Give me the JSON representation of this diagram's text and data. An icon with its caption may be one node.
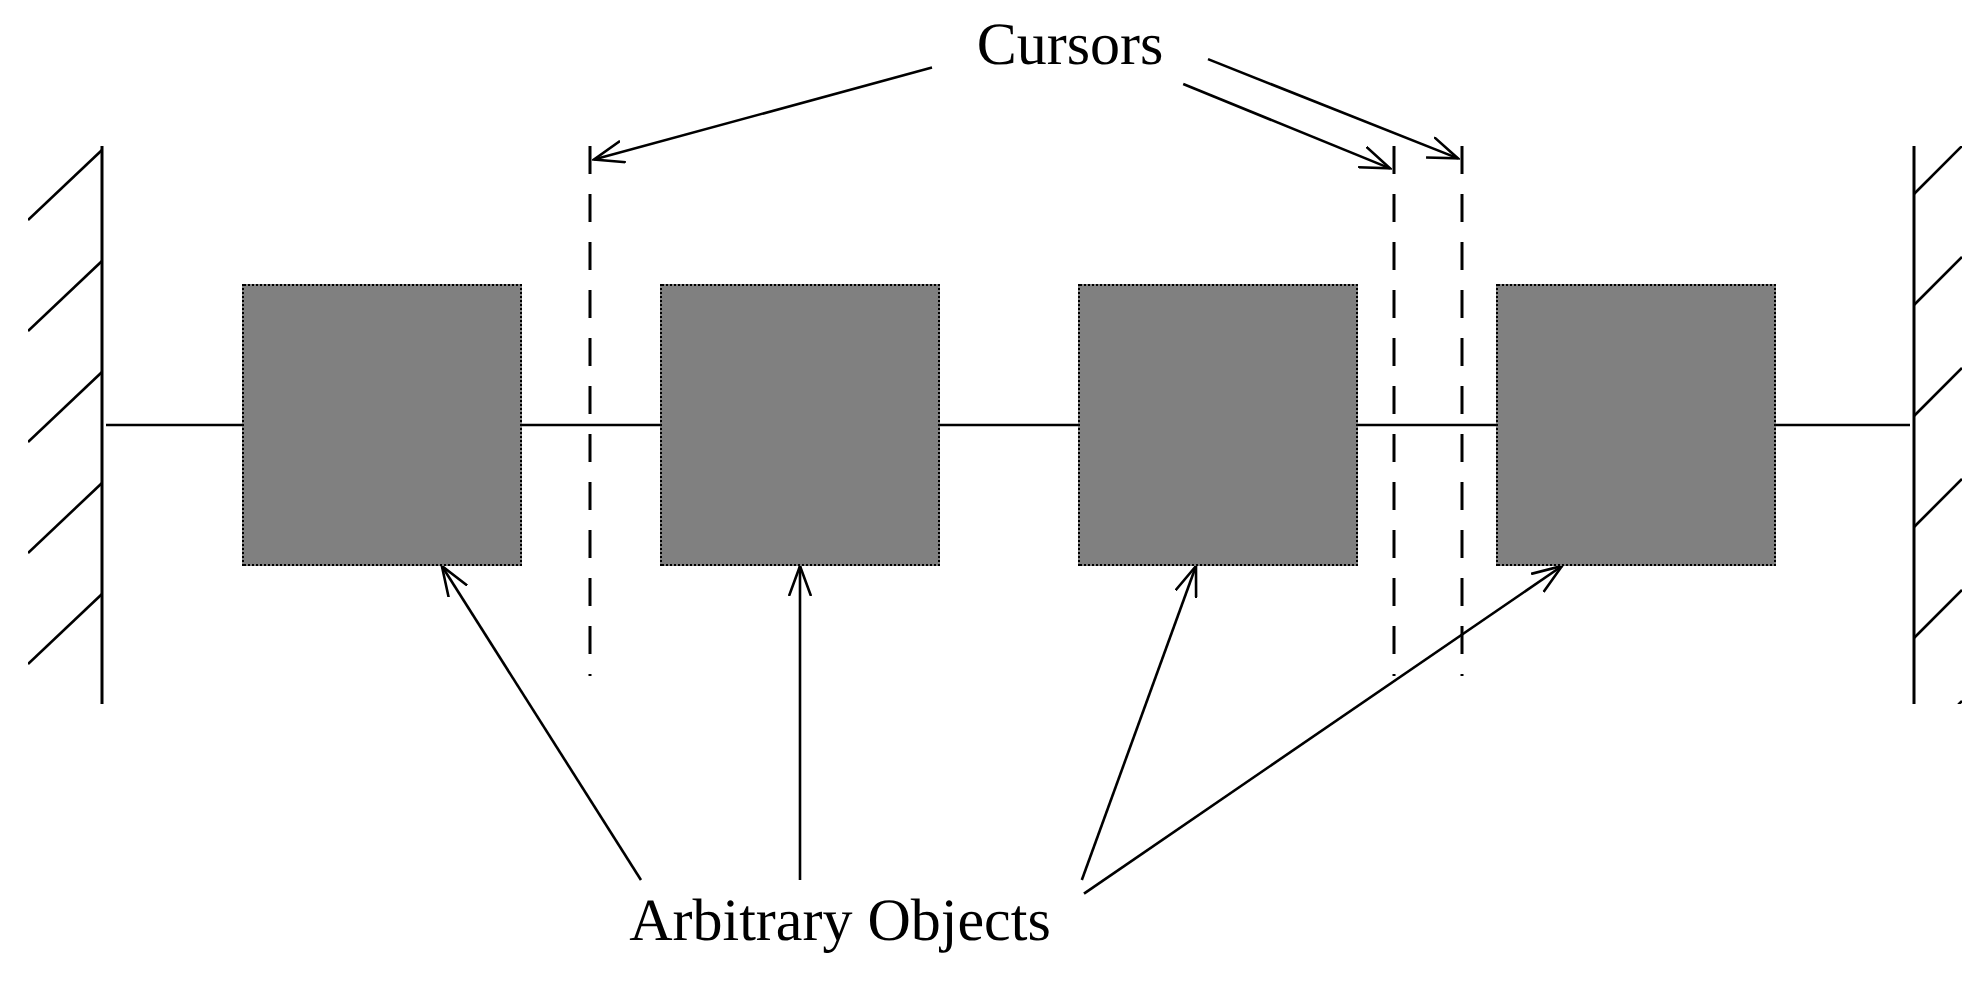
{
  "diagram": {
    "nodes": [
      {
        "text": [
          "Cursors"
        ]
      },
      {
        "text": [],
        "shape": "wall"
      },
      {
        "text": [],
        "shape": "box"
      },
      {
        "text": [],
        "shape": "line"
      },
      {
        "text": [],
        "shape": "box"
      },
      {
        "text": [],
        "shape": "box"
      },
      {
        "text": [],
        "shape": "line"
      },
      {
        "text": [],
        "shape": "line"
      },
      {
        "text": [],
        "shape": "box"
      },
      {
        "text": [],
        "shape": "wall"
      },
      {
        "text": [
          "Arbitrary Objects"
        ]
      }
    ],
    "edges": [
      {
        "from": 0,
        "to": 3,
        "arrow": "to"
      },
      {
        "from": 0,
        "to": 6,
        "arrow": "to"
      },
      {
        "from": 0,
        "to": 7,
        "arrow": "to"
      },
      {
        "from": 10,
        "to": 2,
        "arrow": "to"
      },
      {
        "from": 10,
        "to": 4,
        "arrow": "to"
      },
      {
        "from": 10,
        "to": 5,
        "arrow": "to"
      },
      {
        "from": 10,
        "to": 8,
        "arrow": "to"
      },
      {
        "from": 1,
        "to": 2,
        "arrow": "none"
      },
      {
        "from": 2,
        "to": 4,
        "arrow": "none"
      },
      {
        "from": 4,
        "to": 5,
        "arrow": "none"
      },
      {
        "from": 5,
        "to": 8,
        "arrow": "none"
      },
      {
        "from": 8,
        "to": 9,
        "arrow": "none"
      }
    ]
  }
}
